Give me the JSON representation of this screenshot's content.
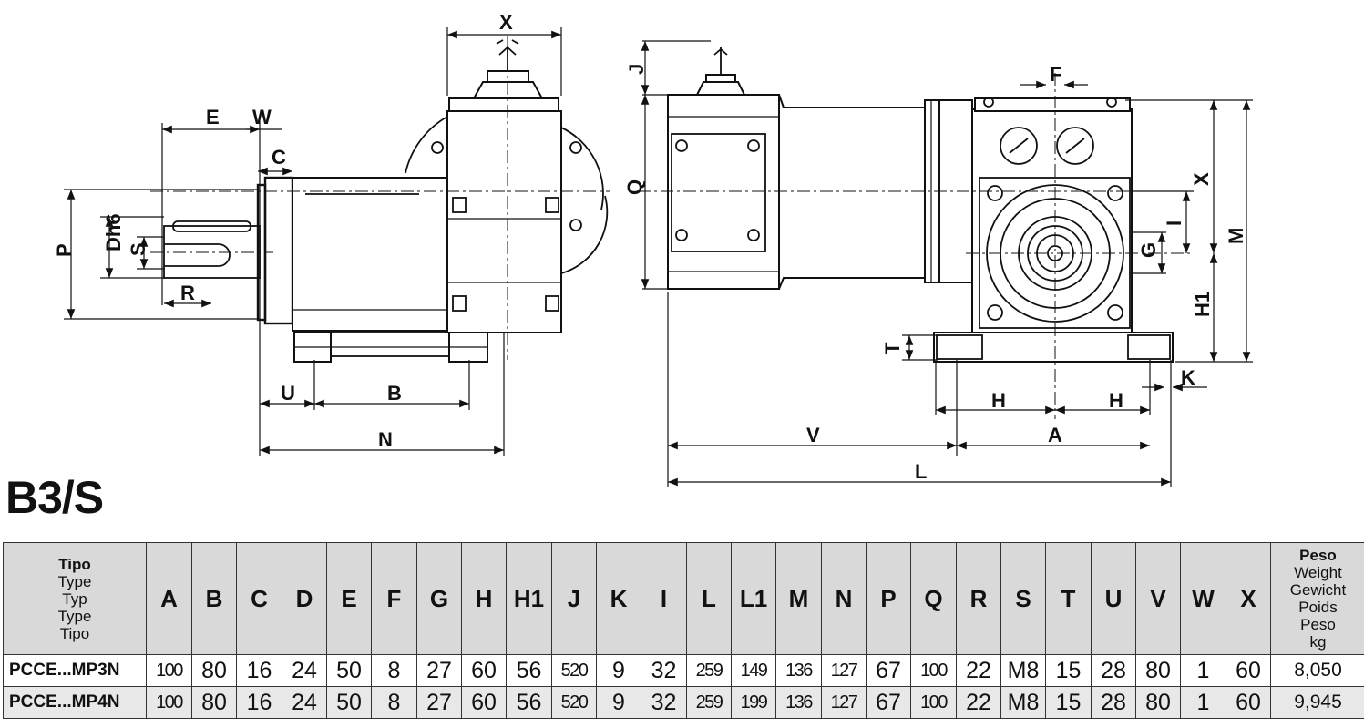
{
  "drawing_labels": {
    "left_view": [
      "X",
      "E",
      "W",
      "C",
      "P",
      "Dh6",
      "S",
      "R",
      "U",
      "B",
      "N"
    ],
    "right_view": [
      "J",
      "Q",
      "F",
      "X",
      "I",
      "G",
      "M",
      "H1",
      "T",
      "K",
      "H",
      "H",
      "A",
      "V",
      "L"
    ]
  },
  "title": "B3/S",
  "table": {
    "model_header": [
      "Tipo",
      "Type",
      "Typ",
      "Type",
      "Tipo"
    ],
    "weight_header": [
      "Peso",
      "Weight",
      "Gewicht",
      "Poids",
      "Peso",
      "kg"
    ],
    "columns": [
      "A",
      "B",
      "C",
      "D",
      "E",
      "F",
      "G",
      "H",
      "H1",
      "J",
      "K",
      "I",
      "L",
      "L1",
      "M",
      "N",
      "P",
      "Q",
      "R",
      "S",
      "T",
      "U",
      "V",
      "W",
      "X"
    ],
    "rows": [
      {
        "model": "PCCE...MP3N",
        "values": [
          "100",
          "80",
          "16",
          "24",
          "50",
          "8",
          "27",
          "60",
          "56",
          "520",
          "9",
          "32",
          "259",
          "149",
          "136",
          "127",
          "67",
          "100",
          "22",
          "M8",
          "15",
          "28",
          "80",
          "1",
          "60"
        ],
        "weight": "8,050"
      },
      {
        "model": "PCCE...MP4N",
        "values": [
          "100",
          "80",
          "16",
          "24",
          "50",
          "8",
          "27",
          "60",
          "56",
          "520",
          "9",
          "32",
          "259",
          "199",
          "136",
          "127",
          "67",
          "100",
          "22",
          "M8",
          "15",
          "28",
          "80",
          "1",
          "60"
        ],
        "weight": "9,945"
      }
    ]
  }
}
